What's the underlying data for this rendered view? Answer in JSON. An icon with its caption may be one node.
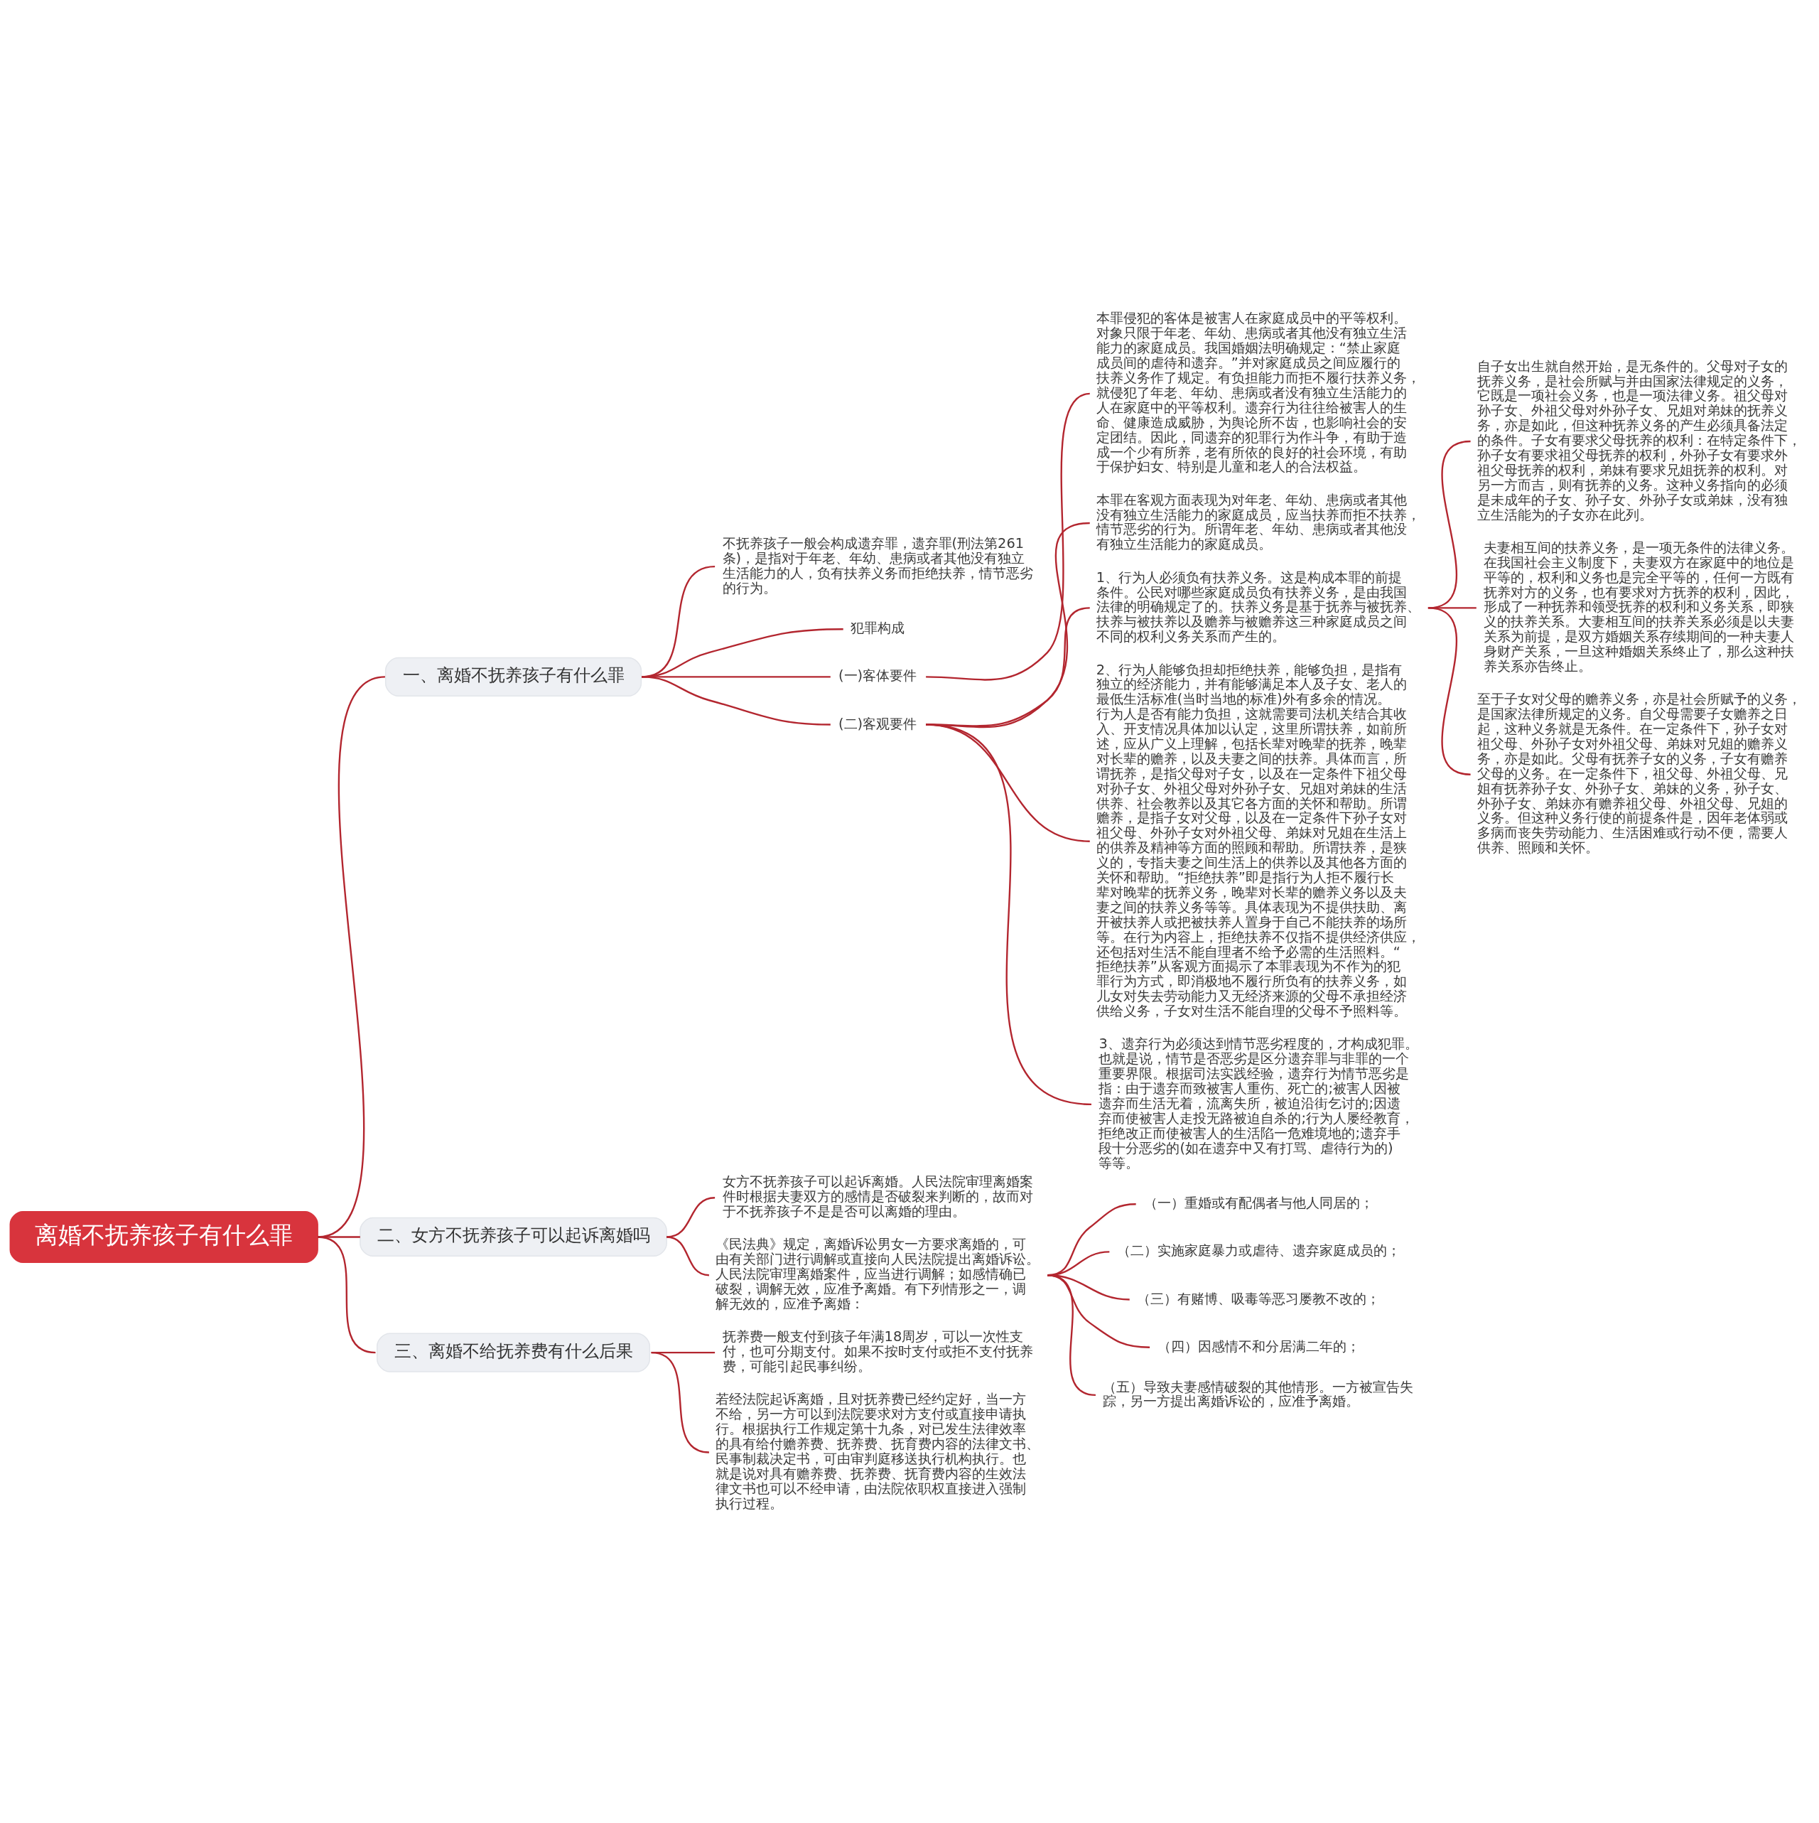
{
  "diagram": {
    "nodes": [
      {
        "text": [
          "离婚不抚养孩子有什么罪"
        ]
      },
      {
        "text": [
          "一、离婚不抚养孩子有什么罪"
        ]
      },
      {
        "text": [
          "不抚养孩子一般会构成遗弃罪，遗弃罪(刑法第261条)，是指对于年老、年幼、患病或者其他没有独立生活能力的人，负有扶养义务而拒绝扶养，情节恶劣的行为。"
        ]
      },
      {
        "text": [
          "犯罪构成"
        ]
      },
      {
        "text": [
          "(一)客体要件"
        ]
      },
      {
        "text": [
          "本罪侵犯的客体是被害人在家庭成员中的平等权利。对象只限于年老、年幼、患病或者其他没有独立生活能力的家庭成员。我国婚姻法明确规定：“禁止家庭成员间的虐待和遗弃。”并对家庭成员之间应履行的扶养义务作了规定。有负担能力而拒不履行扶养义务，就侵犯了年老、年幼、患病或者没有独立生活能力的人在家庭中的平等权利。遗弃行为往往给被害人的生命、健康造成威胁，为舆论所不齿，也影响社会的安定团结。因此，同遗弃的犯罪行为作斗争，有助于造成一个少有所养，老有所依的良好的社会环境，有助于保护妇女、特别是儿童和老人的合法权益。"
        ]
      },
      {
        "text": [
          "(二)客观要件"
        ]
      },
      {
        "text": [
          "本罪在客观方面表现为对年老、年幼、患病或者其他没有独立生活能力的家庭成员，应当扶养而拒不扶养，情节恶劣的行为。所谓年老、年幼、患病或者其他没有独立生活能力的家庭成员。"
        ]
      },
      {
        "text": [
          "1、行为人必须负有扶养义务。这是构成本罪的前提条件。公民对哪些家庭成员负有扶养义务，是由我国法律的明确规定了的。扶养义务是基于抚养与被抚养、扶养与被扶养以及赡养与被赡养这三种家庭成员之间不同的权利义务关系而产生的。"
        ]
      },
      {
        "text": [
          "自子女出生就自然开始，是无条件的。父母对子女的抚养义务，是社会所赋与并由国家法律规定的义务，它既是一项社会义务，也是一项法律义务。祖父母对孙子女、外祖父母对外孙子女、兄姐对弟妹的抚养义务，亦是如此，但这种抚养义务的产生必须具备法定的条件。子女有要求父母抚养的权利：在特定条件下，孙子女有要求祖父母抚养的权利，外孙子女有要求外祖父母抚养的权利，弟妹有要求兄姐抚养的权利。对另一方而吉，则有抚养的义务。这种义务指向的必须是未成年的子女、孙子女、外孙子女或弟妹，没有独立生活能为的子女亦在此列。"
        ]
      },
      {
        "text": [
          "夫妻相互间的扶养义务，是一项无条件的法律义务。在我国社会主义制度下，夫妻双方在家庭中的地位是平等的，权利和义务也是完全平等的，任何一方既有抚养对方的义务，也有要求对方抚养的权利，因此，形成了一种抚养和领受抚养的权利和义务关系，即狭义的扶养关系。大妻相互间的扶养关系必须是以夫妻关系为前提，是双方婚姻关系存续期间的一种夫妻人身财产关系，一旦这种婚姻关系终止了，那么这种扶养关系亦告终止。"
        ]
      },
      {
        "text": [
          "至于子女对父母的赡养义务，亦是社会所赋予的义务，是国家法律所规定的义务。自父母需要子女赡养之日起，这种义务就是无条件。在一定条件下，孙子女对祖父母、外孙子女对外祖父母、弟妹对兄姐的赡养义务，亦是如此。父母有抚养子女的义务，子女有赡养父母的义务。在一定条件下，祖父母、外祖父母、兄姐有抚养孙子女、外孙子女、弟妹的义务，孙子女、外孙子女、弟妹亦有赡养祖父母、外祖父母、兄姐的义务。但这种义务行使的前提条件是，因年老体弱或多病而丧失劳动能力、生活困难或行动不便，需要人供养、照顾和关怀。"
        ]
      },
      {
        "text": [
          "2、行为人能够负担却拒绝扶养，能够负担，是指有独立的经济能力，并有能够满足本人及子女、老人的最低生活标准(当时当地的标准)外有多余的情况。行为人是否有能力负担，这就需要司法机关结合其收入、开支情况具体加以认定，这里所谓扶养，如前所述，应从广义上理解，包括长辈对晚辈的抚养，晚辈对长辈的赡养，以及夫妻之间的扶养。具体而言，所谓抚养，是指父母对子女，以及在一定条件下祖父母对孙子女、外祖父母对外孙子女、兄姐对弟妹的生活供养、社会教养以及其它各方面的关怀和帮助。所谓赡养，是指子女对父母，以及在一定条件下孙子女对祖父母、外孙子女对外祖父母、弟妹对兄姐在生活上的供养及精神等方面的照顾和帮助。所谓扶养，是狭义的，专指夫妻之间生活上的供养以及其他各方面的关怀和帮助。“拒绝扶养”即是指行为人拒不履行长辈对晚辈的抚养义务，晚辈对长辈的赡养义务以及夫妻之间的扶养义务等等。具体表现为不提供扶助、离开被扶养人或把被扶养人置身于自己不能扶养的场所等。在行为内容上，拒绝扶养不仅指不提供经济供应，还包括对生活不能自理者不给予必需的生活照料。“拒绝扶养”从客观方面揭示了本罪表现为不作为的犯罪行为方式，即消极地不履行所负有的扶养义务，如儿女对失去劳动能力又无经济来源的父母不承担经济供给义务，子女对生活不能自理的父母不予照料等。"
        ]
      },
      {
        "text": [
          "3、遗弃行为必须达到情节恶劣程度的，才构成犯罪。也就是说，情节是否恶劣是区分遗弃罪与非罪的一个重要界限。根据司法实践经验，遗弃行为情节恶劣是指：由于遗弃而致被害人重伤、死亡的;被害人因被遗弃而生活无着，流离失所，被迫沿街乞讨的;因遗弃而使被害人走投无路被迫自杀的;行为人屡经教育，拒绝改正而使被害人的生活陷一危难境地的;遗弃手段十分恶劣的(如在遗弃中又有打骂、虐待行为的)等等。"
        ]
      },
      {
        "text": [
          "二、女方不抚养孩子可以起诉离婚吗"
        ]
      },
      {
        "text": [
          "女方不抚养孩子可以起诉离婚。人民法院审理离婚案件时根据夫妻双方的感情是否破裂来判断的，故而对于不抚养孩子不是是否可以离婚的理由。"
        ]
      },
      {
        "text": [
          "《民法典》规定，离婚诉讼男女一方要求离婚的，可由有关部门进行调解或直接向人民法院提出离婚诉讼。人民法院审理离婚案件，应当进行调解；如感情确已破裂，调解无效，应准予离婚。有下列情形之一，调解无效的，应准予离婚："
        ]
      },
      {
        "text": [
          "（一）重婚或有配偶者与他人同居的；"
        ]
      },
      {
        "text": [
          "（二）实施家庭暴力或虐待、遗弃家庭成员的；"
        ]
      },
      {
        "text": [
          "（三）有赌博、吸毒等恶习屡教不改的；"
        ]
      },
      {
        "text": [
          "（四）因感情不和分居满二年的；"
        ]
      },
      {
        "text": [
          "（五）导致夫妻感情破裂的其他情形。一方被宣告失踪，另一方提出离婚诉讼的，应准予离婚。"
        ]
      },
      {
        "text": [
          "三、离婚不给抚养费有什么后果"
        ]
      },
      {
        "text": [
          "抚养费一般支付到孩子年满18周岁，可以一次性支付，也可分期支付。如果不按时支付或拒不支付抚养费，可能引起民事纠纷。"
        ]
      },
      {
        "text": [
          "若经法院起诉离婚，且对抚养费已经约定好，当一方不给，另一方可以到法院要求对方支付或直接申请执行。根据执行工作规定第十九条，对已发生法律效率的具有给付赡养费、抚养费、抚育费内容的法律文书、民事制裁决定书，可由审判庭移送执行机构执行。也就是说对具有赡养费、抚养费、抚育费内容的生效法律文书也可以不经申请，由法院依职权直接进入强制执行过程。"
        ]
      }
    ],
    "edges": [
      {
        "from": 0,
        "to": 1,
        "arrow": "none"
      },
      {
        "from": 1,
        "to": 2,
        "arrow": "none"
      },
      {
        "from": 1,
        "to": 3,
        "arrow": "none"
      },
      {
        "from": 1,
        "to": 4,
        "arrow": "none"
      },
      {
        "from": 4,
        "to": 5,
        "arrow": "none"
      },
      {
        "from": 1,
        "to": 6,
        "arrow": "none"
      },
      {
        "from": 6,
        "to": 7,
        "arrow": "none"
      },
      {
        "from": 6,
        "to": 8,
        "arrow": "none"
      },
      {
        "from": 8,
        "to": 9,
        "arrow": "none"
      },
      {
        "from": 8,
        "to": 10,
        "arrow": "none"
      },
      {
        "from": 8,
        "to": 11,
        "arrow": "none"
      },
      {
        "from": 6,
        "to": 12,
        "arrow": "none"
      },
      {
        "from": 6,
        "to": 13,
        "arrow": "none"
      },
      {
        "from": 0,
        "to": 14,
        "arrow": "none"
      },
      {
        "from": 14,
        "to": 15,
        "arrow": "none"
      },
      {
        "from": 14,
        "to": 16,
        "arrow": "none"
      },
      {
        "from": 16,
        "to": 17,
        "arrow": "none"
      },
      {
        "from": 16,
        "to": 18,
        "arrow": "none"
      },
      {
        "from": 16,
        "to": 19,
        "arrow": "none"
      },
      {
        "from": 16,
        "to": 20,
        "arrow": "none"
      },
      {
        "from": 16,
        "to": 21,
        "arrow": "none"
      },
      {
        "from": 0,
        "to": 22,
        "arrow": "none"
      },
      {
        "from": 22,
        "to": 23,
        "arrow": "none"
      },
      {
        "from": 22,
        "to": 24,
        "arrow": "none"
      }
    ]
  }
}
